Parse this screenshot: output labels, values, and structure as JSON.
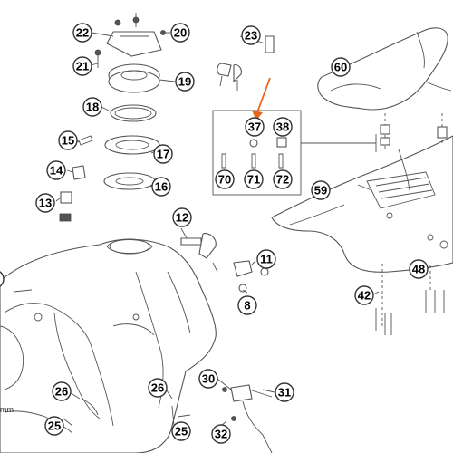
{
  "accent_color": "#e8651d",
  "highlighted_part": "37",
  "dimension_label": "mm",
  "callouts": [
    {
      "id": "22",
      "label": "22"
    },
    {
      "id": "20",
      "label": "20"
    },
    {
      "id": "21",
      "label": "21"
    },
    {
      "id": "19",
      "label": "19"
    },
    {
      "id": "23",
      "label": "23"
    },
    {
      "id": "60",
      "label": "60"
    },
    {
      "id": "18",
      "label": "18"
    },
    {
      "id": "37",
      "label": "37"
    },
    {
      "id": "38",
      "label": "38"
    },
    {
      "id": "15",
      "label": "15"
    },
    {
      "id": "17",
      "label": "17"
    },
    {
      "id": "14",
      "label": "14"
    },
    {
      "id": "16",
      "label": "16"
    },
    {
      "id": "70",
      "label": "70"
    },
    {
      "id": "71",
      "label": "71"
    },
    {
      "id": "72",
      "label": "72"
    },
    {
      "id": "59",
      "label": "59"
    },
    {
      "id": "13",
      "label": "13"
    },
    {
      "id": "12",
      "label": "12"
    },
    {
      "id": "11",
      "label": "11"
    },
    {
      "id": "8",
      "label": "8"
    },
    {
      "id": "48",
      "label": "48"
    },
    {
      "id": "42",
      "label": "42"
    },
    {
      "id": "30",
      "label": "30"
    },
    {
      "id": "31",
      "label": "31"
    },
    {
      "id": "26a",
      "label": "26"
    },
    {
      "id": "26b",
      "label": "26"
    },
    {
      "id": "25a",
      "label": "25"
    },
    {
      "id": "25b",
      "label": "25"
    },
    {
      "id": "32",
      "label": "32"
    }
  ]
}
